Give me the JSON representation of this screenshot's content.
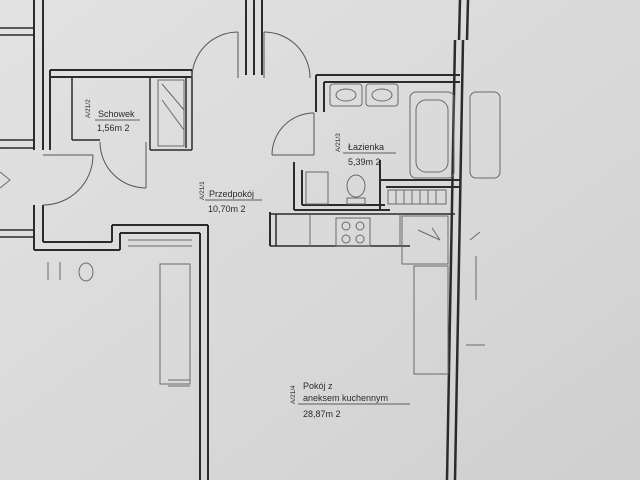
{
  "rooms": [
    {
      "code": "A/21/2",
      "name": "Schowek",
      "area": "1,56m 2"
    },
    {
      "code": "A/21/1",
      "name": "Przedpokój",
      "area": "10,70m 2"
    },
    {
      "code": "A/21/3",
      "name": "Łazienka",
      "area": "5,39m 2"
    },
    {
      "code": "A/21/4",
      "name_line1": "Pokój z",
      "name_line2": "aneksem kuchennym",
      "area": "28,87m 2"
    }
  ],
  "colors": {
    "paper": "#dcdcdc",
    "wall": "#2b2b2b",
    "thin": "#555555",
    "fixture": "#6a6a6a"
  }
}
